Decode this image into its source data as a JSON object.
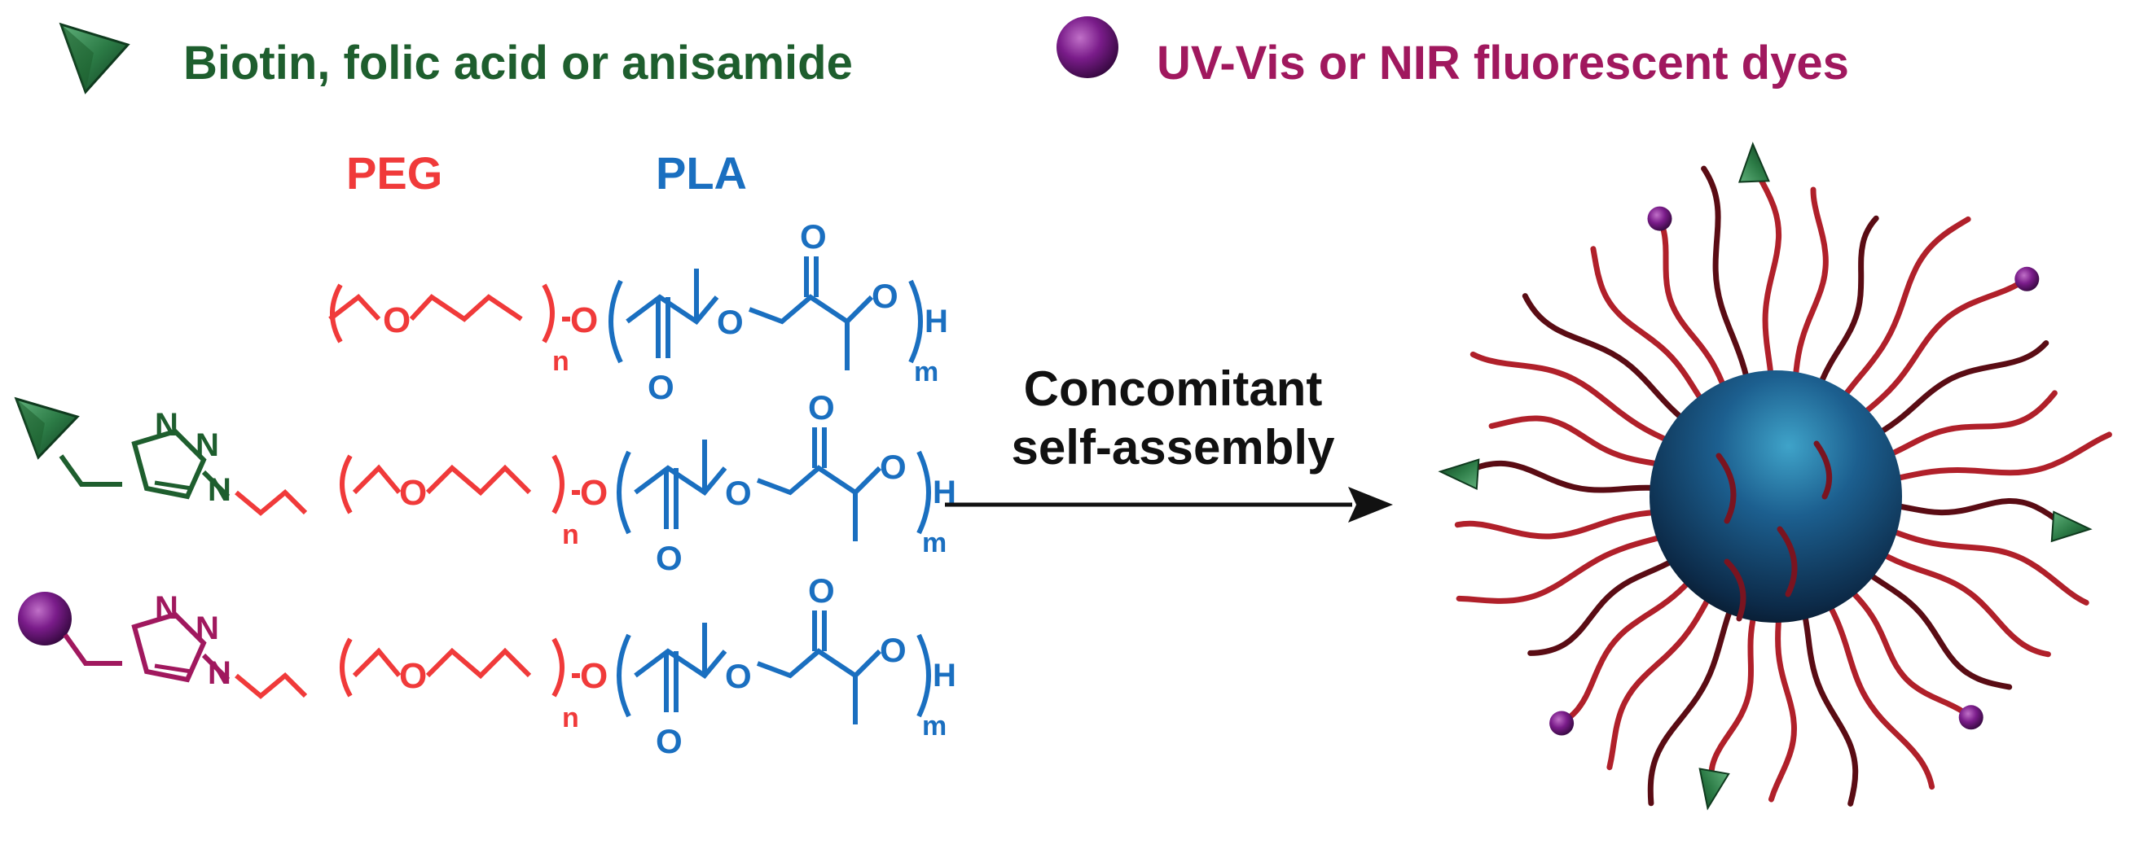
{
  "legend": {
    "targeting_label": "Biotin, folic acid or anisamide",
    "dye_label": "UV-Vis or NIR fluorescent dyes",
    "targeting_icon": "green-arrowhead-icon",
    "dye_icon": "purple-sphere-icon"
  },
  "blocks": {
    "peg_label": "PEG",
    "pla_label": "PLA"
  },
  "atoms": {
    "O": "O",
    "N": "N",
    "H": "H",
    "n": "n",
    "m": "m"
  },
  "process": {
    "line1": "Concomitant",
    "line2": "self-assembly"
  },
  "colors": {
    "peg": "#f03a3a",
    "pla": "#1a6fc0",
    "targeting": "#1e5e2e",
    "dye": "#a0185e",
    "arrow": "#111111",
    "core": "#1f4f7a",
    "chain": "#b0202a"
  }
}
